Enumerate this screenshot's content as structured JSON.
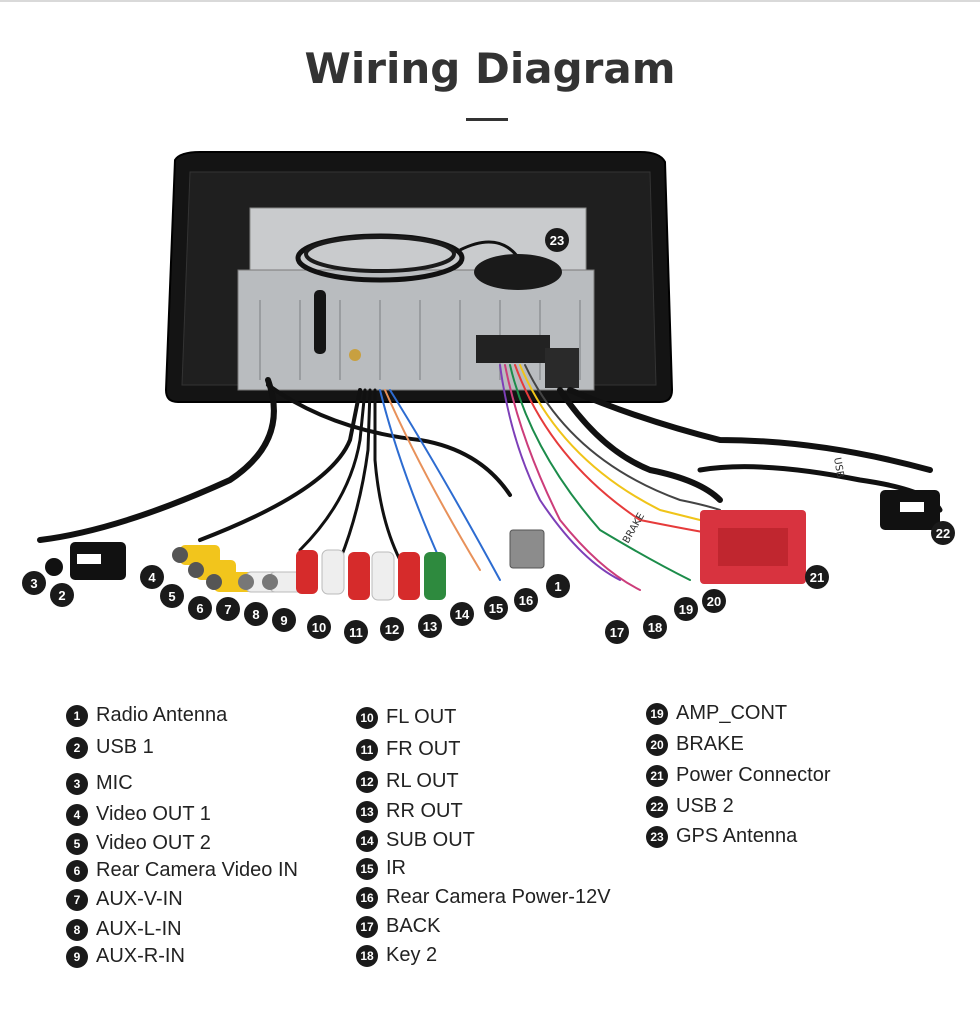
{
  "header": {
    "title": "Wiring Diagram"
  },
  "callouts": [
    "1",
    "2",
    "3",
    "4",
    "5",
    "6",
    "7",
    "8",
    "9",
    "10",
    "11",
    "12",
    "13",
    "14",
    "15",
    "16",
    "17",
    "18",
    "19",
    "20",
    "21",
    "22",
    "23"
  ],
  "wire_tags": {
    "brake": "BRAKE",
    "usb": "USB"
  },
  "legend": {
    "col1": [
      {
        "n": "1",
        "label": "Radio Antenna"
      },
      {
        "n": "2",
        "label": "USB 1"
      },
      {
        "n": "3",
        "label": "MIC"
      },
      {
        "n": "4",
        "label": "Video OUT 1"
      },
      {
        "n": "5",
        "label": "Video OUT 2"
      },
      {
        "n": "6",
        "label": "Rear Camera Video IN"
      },
      {
        "n": "7",
        "label": "AUX-V-IN"
      },
      {
        "n": "8",
        "label": "AUX-L-IN"
      },
      {
        "n": "9",
        "label": "AUX-R-IN"
      }
    ],
    "col2": [
      {
        "n": "10",
        "label": "FL OUT"
      },
      {
        "n": "11",
        "label": "FR OUT"
      },
      {
        "n": "12",
        "label": "RL OUT"
      },
      {
        "n": "13",
        "label": "RR OUT"
      },
      {
        "n": "14",
        "label": "SUB OUT"
      },
      {
        "n": "15",
        "label": "IR"
      },
      {
        "n": "16",
        "label": "Rear Camera Power-12V"
      },
      {
        "n": "17",
        "label": "BACK"
      },
      {
        "n": "18",
        "label": "Key 2"
      }
    ],
    "col3": [
      {
        "n": "19",
        "label": "AMP_CONT"
      },
      {
        "n": "20",
        "label": "BRAKE"
      },
      {
        "n": "21",
        "label": "Power Connector"
      },
      {
        "n": "22",
        "label": "USB 2"
      },
      {
        "n": "23",
        "label": "GPS Antenna"
      }
    ]
  }
}
